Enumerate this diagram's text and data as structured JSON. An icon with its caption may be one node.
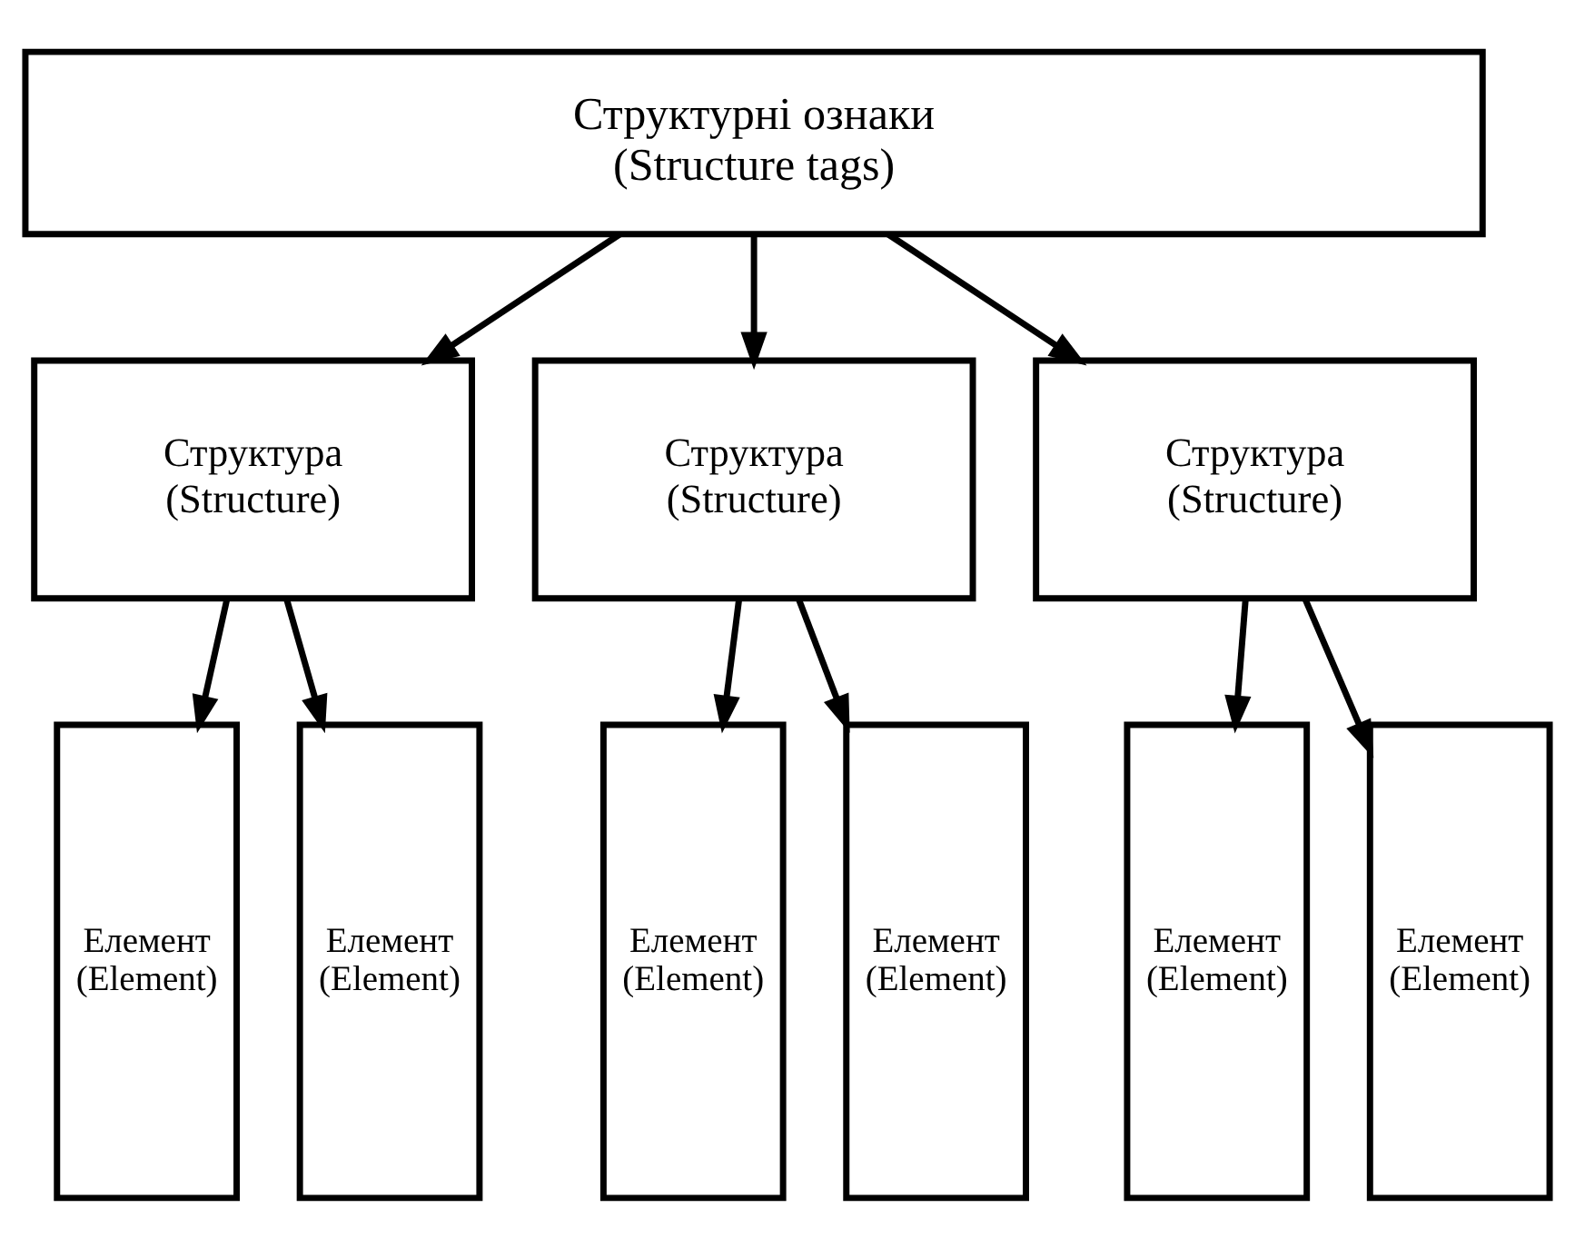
{
  "diagram": {
    "nodes": [
      {
        "text": [
          "Структурні ознаки (Structure tags)"
        ]
      },
      {
        "text": [
          "Структура (Structure)"
        ]
      },
      {
        "text": [
          "Структура (Structure)"
        ]
      },
      {
        "text": [
          "Структура (Structure)"
        ]
      },
      {
        "text": [
          "Елемент (Element)"
        ]
      },
      {
        "text": [
          "Елемент (Element)"
        ]
      },
      {
        "text": [
          "Елемент (Element)"
        ]
      },
      {
        "text": [
          "Елемент (Element)"
        ]
      },
      {
        "text": [
          "Елемент (Element)"
        ]
      },
      {
        "text": [
          "Елемент (Element)"
        ]
      }
    ],
    "edges": [
      {
        "from": 0,
        "to": 1,
        "arrow": "to"
      },
      {
        "from": 0,
        "to": 2,
        "arrow": "to"
      },
      {
        "from": 0,
        "to": 3,
        "arrow": "to"
      },
      {
        "from": 1,
        "to": 4,
        "arrow": "to"
      },
      {
        "from": 1,
        "to": 5,
        "arrow": "to"
      },
      {
        "from": 2,
        "to": 6,
        "arrow": "to"
      },
      {
        "from": 2,
        "to": 7,
        "arrow": "to"
      },
      {
        "from": 3,
        "to": 8,
        "arrow": "to"
      },
      {
        "from": 3,
        "to": 9,
        "arrow": "to"
      }
    ]
  }
}
